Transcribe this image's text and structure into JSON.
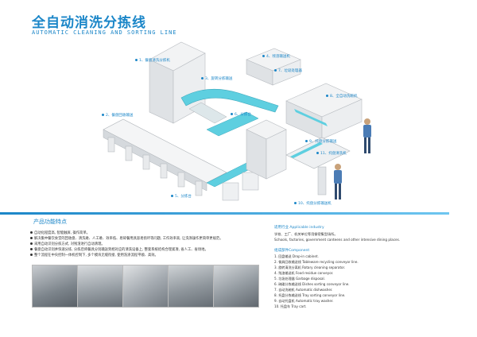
{
  "header": {
    "title": "全自动消洗分拣线",
    "subtitle": "AUTOMATIC CLEANING AND SORTING LINE"
  },
  "callouts": [
    "1、餐盘清洗分拣机",
    "2、餐盘回收输送",
    "3、旋转分拣输送",
    "4、残渣输送机",
    "5、分拣台",
    "6、分拣台",
    "7、垃圾处理器",
    "8、全自动洗碗机",
    "9、托盘分拣输送",
    "10、托盘分拣输送机",
    "11、托盘清洗机"
  ],
  "features": {
    "title": "产品功能特点",
    "items": [
      "自动化程度高, 智能触屏, 操作简单。",
      "解决集中餐饮食堂的回收盘、清洗难、人工难、效率低、易碎餐用具容易损坏等问题, 工作效率高, 让洗涤操作更简单更规范。",
      "采用自动识别分拣方式, 对残渣进行自动清理。",
      "餐盘自动识别并快速分拣, 分拣后将餐具分别输送到相对应的清洗设备上, 整套系统结构合理紧凑, 省人工、省场地。",
      "整个流程在中央控制一体机控制下, 多个模块无缝衔接, 使用洗涤流程平顺、高效。"
    ]
  },
  "industry": {
    "title": "适用行业 Applicable industry",
    "lines": [
      "学校、工厂、机关单位等用餐密集型场所。",
      "Schools, factories, government canteens and other intensive dining places."
    ]
  },
  "components": {
    "title": "组成部件Component",
    "items": [
      "1. 回盘输送 Drop-in cabinet.",
      "2. 餐具回收输送线 Tableware recycling conveyor line.",
      "3. 旋转清洗分离机 Rotary cleaning separator.",
      "4. 残渣输送机 Food residue conveyor.",
      "5. 垃圾处理器 Garbage disposal.",
      "6. 碗碟分拣输送线 Dishes sorting conveyor line.",
      "7. 自动洗碗机 Automatic dishwasher.",
      "8. 托盘分拣输送线 Tray sorting conveyor line.",
      "9. 自动托盘机 Automatic tray washer.",
      "10. 托盘车 Tray cart."
    ]
  },
  "colors": {
    "accent": "#1b86c8",
    "conveyor": "#5ecfe0",
    "machine": "#e8eaec"
  }
}
